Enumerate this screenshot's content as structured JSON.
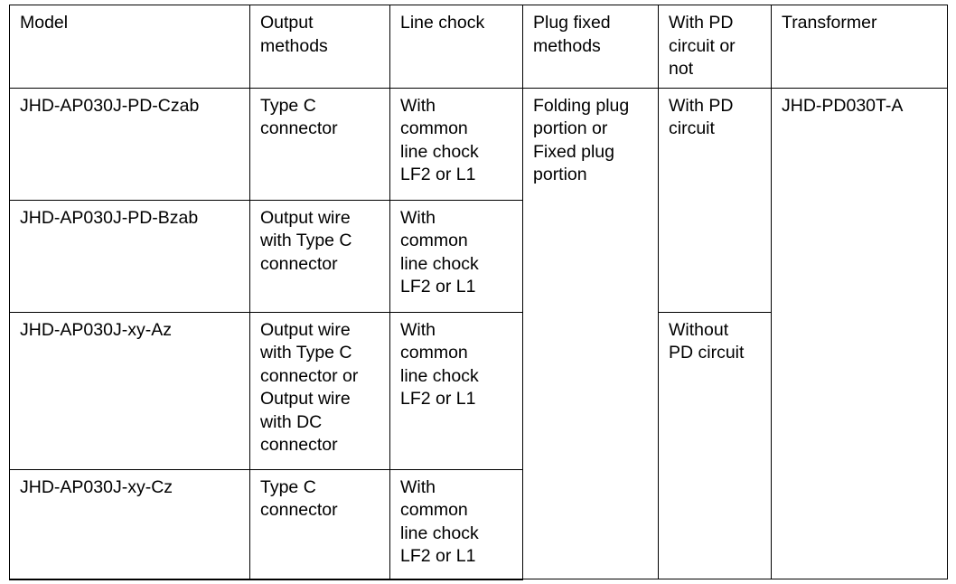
{
  "table": {
    "name": "product-model-specification-table",
    "columns": [
      {
        "key": "model",
        "header": "Model"
      },
      {
        "key": "output",
        "header": "Output\nmethods"
      },
      {
        "key": "chock",
        "header": "Line chock"
      },
      {
        "key": "plug",
        "header": "Plug fixed\nmethods"
      },
      {
        "key": "pd",
        "header": "With PD\ncircuit or\nnot"
      },
      {
        "key": "transformer",
        "header": "Transformer"
      }
    ],
    "rows": [
      {
        "model": "JHD-AP030J-PD-Czab",
        "output": "Type C\nconnector",
        "chock": "With\ncommon\nline chock\nLF2 or L1"
      },
      {
        "model": "JHD-AP030J-PD-Bzab",
        "output": "Output wire\nwith Type C\nconnector",
        "chock": "With\ncommon\nline chock\nLF2 or L1"
      },
      {
        "model": "JHD-AP030J-xy-Az",
        "output": "Output wire\nwith Type C\nconnector or\nOutput wire\nwith DC\nconnector",
        "chock": "With\ncommon\nline chock\nLF2 or L1"
      },
      {
        "model": "JHD-AP030J-xy-Cz",
        "output": "Type C\nconnector",
        "chock": "With\ncommon\nline chock\nLF2 or L1"
      }
    ],
    "merged": {
      "plug_fixed_methods": "Folding plug\nportion or\nFixed plug\nportion",
      "pd_circuit_top": "With PD\ncircuit",
      "pd_circuit_bottom": "Without\nPD circuit",
      "transformer": "JHD-PD030T-A"
    },
    "colors": {
      "border": "#000000",
      "text": "#000000",
      "background": "#ffffff"
    }
  }
}
